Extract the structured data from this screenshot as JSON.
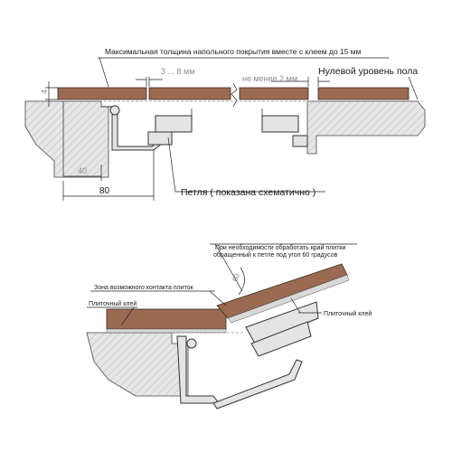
{
  "top": {
    "max_thickness_note": "Максимальная толщина напольного покрытия вместе с клеем до 15 мм",
    "gap_label": "3 ... 8 мм",
    "min_gap_label": "не менее 2 мм",
    "zero_level_label": "Нулевой уровень пола",
    "hinge_label": "Петля ( показана схематично )",
    "dim_4": "4",
    "dim_40": "40",
    "dim_80": "80"
  },
  "bottom": {
    "angle_note_line1": "При необходимости обработать край плитки",
    "angle_note_line2": "обращенный к петле под угол 60 градусов",
    "contact_zone_label": "Зона возможного контакта плиток",
    "tile_glue_left": "Плиточный клей",
    "tile_glue_right": "Плиточный клей",
    "angle_value": "60"
  }
}
